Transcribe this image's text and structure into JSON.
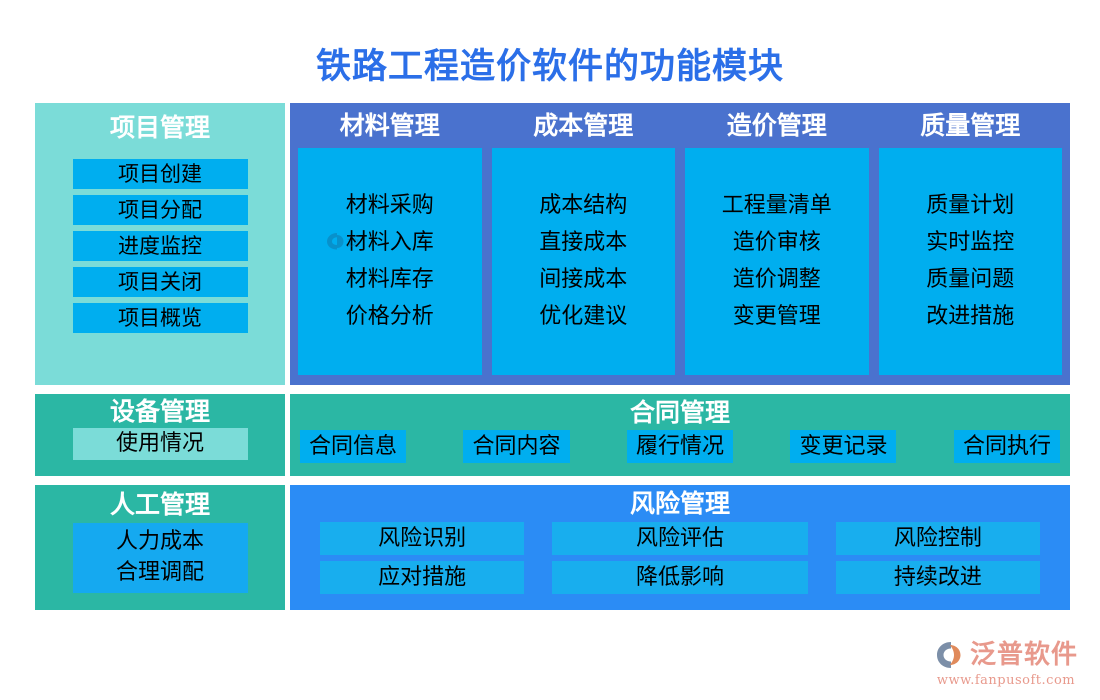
{
  "title": "铁路工程造价软件的功能模块",
  "colors": {
    "title_blue": "#2B6FE8",
    "panel_light_teal": "#7BDCD8",
    "panel_teal": "#2BB7A4",
    "panel_slate_blue": "#4A72CE",
    "panel_bright_blue": "#2B8CF5",
    "chip_cyan": "#00AEEF",
    "chip_light_cyan": "#18AEEE",
    "brand_salmon": "#E8998C"
  },
  "left": {
    "project": {
      "title": "项目管理",
      "items": [
        "项目创建",
        "项目分配",
        "进度监控",
        "项目关闭",
        "项目概览"
      ]
    },
    "equipment": {
      "title": "设备管理",
      "items": [
        "使用情况"
      ]
    },
    "labor": {
      "title": "人工管理",
      "items": [
        "人力成本",
        "合理调配"
      ]
    }
  },
  "modules": [
    {
      "title": "材料管理",
      "items": [
        "材料采购",
        "材料入库",
        "材料库存",
        "价格分析"
      ]
    },
    {
      "title": "成本管理",
      "items": [
        "成本结构",
        "直接成本",
        "间接成本",
        "优化建议"
      ]
    },
    {
      "title": "造价管理",
      "items": [
        "工程量清单",
        "造价审核",
        "造价调整",
        "变更管理"
      ]
    },
    {
      "title": "质量管理",
      "items": [
        "质量计划",
        "实时监控",
        "质量问题",
        "改进措施"
      ]
    }
  ],
  "contract": {
    "title": "合同管理",
    "items": [
      "合同信息",
      "合同内容",
      "履行情况",
      "变更记录",
      "合同执行"
    ]
  },
  "risk": {
    "title": "风险管理",
    "items": [
      "风险识别",
      "风险评估",
      "风险控制",
      "应对措施",
      "降低影响",
      "持续改进"
    ]
  },
  "brand": {
    "name": "泛普软件",
    "url": "www.fanpusoft.com"
  }
}
